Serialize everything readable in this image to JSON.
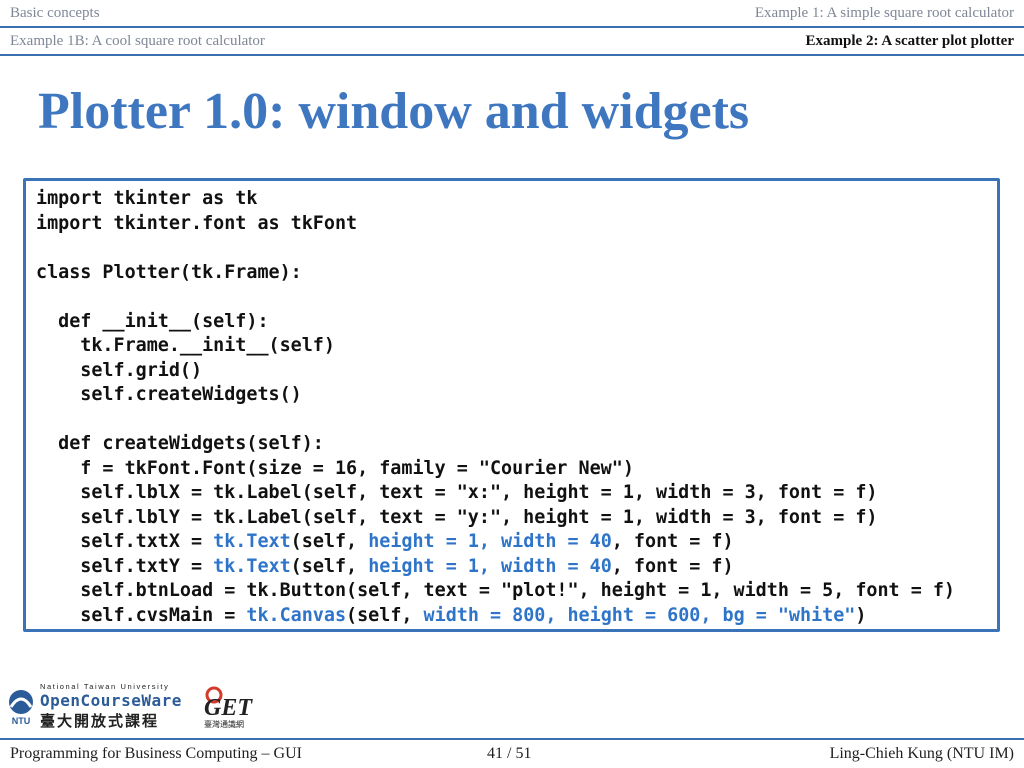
{
  "nav": {
    "section_left": "Basic concepts",
    "section_right": "Example 1: A simple square root calculator",
    "sub_left": "Example 1B: A cool square root calculator",
    "sub_right": "Example 2: A scatter plot plotter"
  },
  "slide": {
    "title": "Plotter 1.0: window and widgets"
  },
  "code_lines": [
    [
      {
        "t": "import tkinter as tk"
      }
    ],
    [
      {
        "t": "import tkinter.font as tkFont"
      }
    ],
    [
      {
        "t": ""
      }
    ],
    [
      {
        "t": "class Plotter(tk.Frame):"
      }
    ],
    [
      {
        "t": ""
      }
    ],
    [
      {
        "t": "  def __init__(self):"
      }
    ],
    [
      {
        "t": "    tk.Frame.__init__(self)"
      }
    ],
    [
      {
        "t": "    self.grid()"
      }
    ],
    [
      {
        "t": "    self.createWidgets()"
      }
    ],
    [
      {
        "t": ""
      }
    ],
    [
      {
        "t": "  def createWidgets(self):"
      }
    ],
    [
      {
        "t": "    f = tkFont.Font(size = 16, family = \"Courier New\")"
      }
    ],
    [
      {
        "t": "    self.lblX = tk.Label(self, text = \"x:\", height = 1, width = 3, font = f)"
      }
    ],
    [
      {
        "t": "    self.lblY = tk.Label(self, text = \"y:\", height = 1, width = 3, font = f)"
      }
    ],
    [
      {
        "t": "    self.txtX = "
      },
      {
        "t": "tk.Text",
        "h": true
      },
      {
        "t": "(self, "
      },
      {
        "t": "height = 1, width = 40",
        "h": true
      },
      {
        "t": ", font = f)"
      }
    ],
    [
      {
        "t": "    self.txtY = "
      },
      {
        "t": "tk.Text",
        "h": true
      },
      {
        "t": "(self, "
      },
      {
        "t": "height = 1, width = 40",
        "h": true
      },
      {
        "t": ", font = f)"
      }
    ],
    [
      {
        "t": "    self.btnLoad = tk.Button(self, text = \"plot!\", height = 1, width = 5, font = f)"
      }
    ],
    [
      {
        "t": "    self.cvsMain = "
      },
      {
        "t": "tk.Canvas",
        "h": true
      },
      {
        "t": "(self, "
      },
      {
        "t": "width = 800, height = 600, bg = \"white\"",
        "h": true
      },
      {
        "t": ")"
      }
    ]
  ],
  "logos": {
    "ntu_small": "National Taiwan University",
    "ocw": "OpenCourseWare",
    "ocw_cjk": "臺大開放式課程",
    "ntu_mark": "NTU",
    "get_mark": "GET",
    "get_cjk": "臺灣通識網"
  },
  "footer": {
    "left": "Programming for Business Computing – GUI",
    "page": "41 / 51",
    "right": "Ling-Chieh Kung (NTU IM)"
  },
  "colors": {
    "accent": "#3e77c0",
    "code_highlight": "#2e74c9",
    "rule": "#3a6fb0"
  }
}
